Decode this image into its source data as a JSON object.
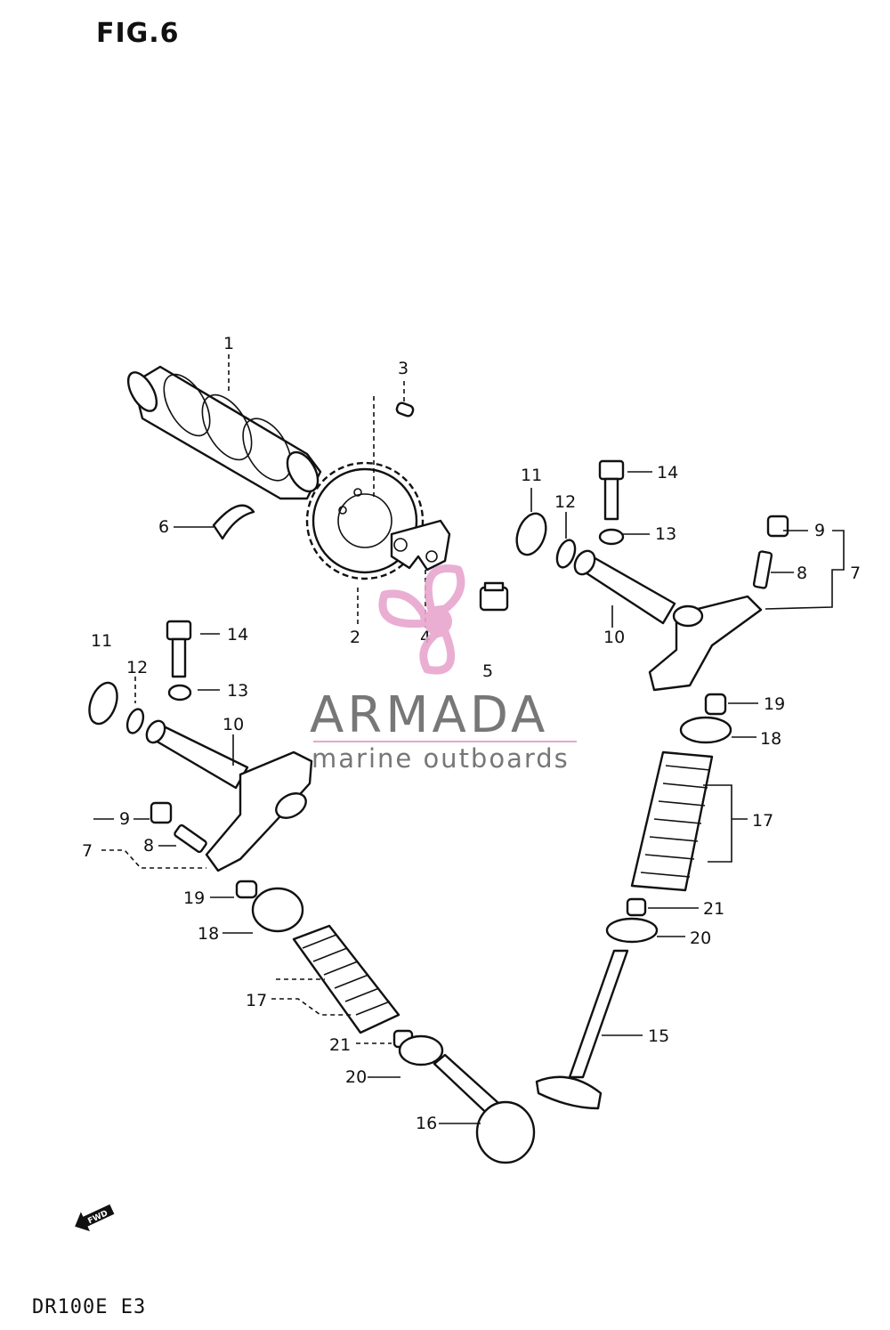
{
  "figure": {
    "title": "FIG.6",
    "model": "DR100E E3"
  },
  "watermark": {
    "name": "ARMADA",
    "tagline": "marine outboards",
    "logo_icon": "propeller-logo-icon",
    "colors": {
      "logo": "#e8a6cf",
      "text": "#777777"
    }
  },
  "fwd_marker": {
    "text": "FWD",
    "icon": "fwd-arrow-icon"
  },
  "callouts": [
    "1",
    "2",
    "3",
    "4",
    "5",
    "6",
    "7",
    "8",
    "9",
    "10",
    "11",
    "12",
    "13",
    "14",
    "15",
    "16",
    "17",
    "18",
    "19",
    "20",
    "21",
    "7",
    "8",
    "9",
    "10",
    "11",
    "12",
    "13",
    "14",
    "17",
    "18",
    "19",
    "20",
    "21"
  ]
}
